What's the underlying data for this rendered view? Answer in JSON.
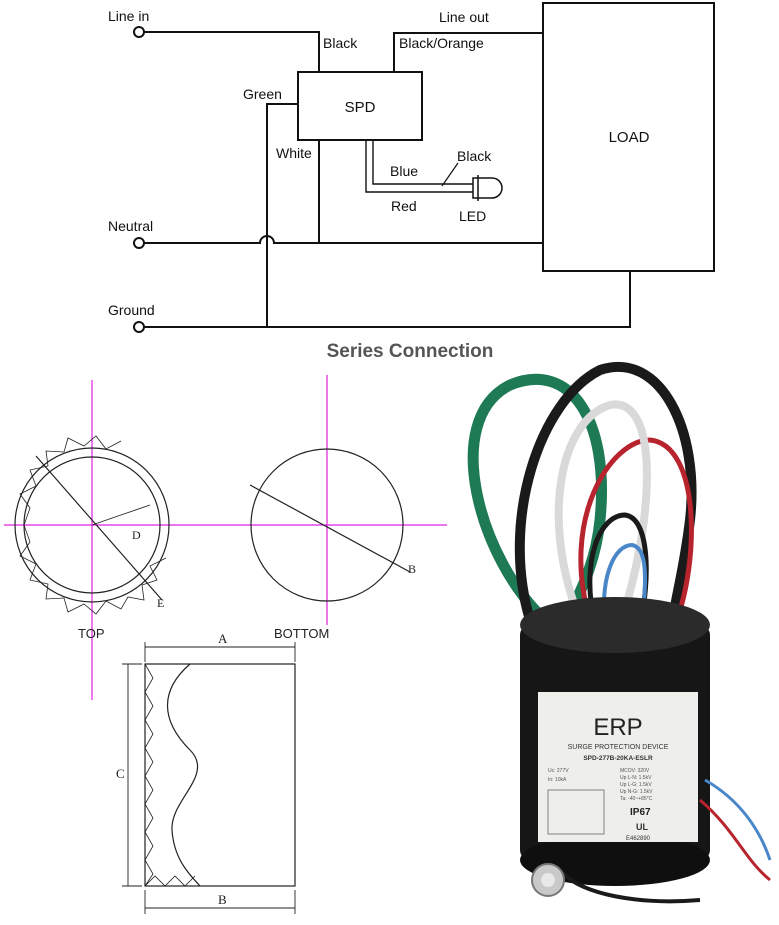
{
  "wiring": {
    "line_in": "Line in",
    "line_out": "Line out",
    "black": "Black",
    "black_orange": "Black/Orange",
    "green": "Green",
    "spd": "SPD",
    "load": "LOAD",
    "white": "White",
    "blue": "Blue",
    "black_led": "Black",
    "red": "Red",
    "led": "LED",
    "neutral": "Neutral",
    "ground": "Ground",
    "caption": "Series Connection"
  },
  "drawing": {
    "top": "TOP",
    "bottom": "BOTTOM",
    "dim_a": "A",
    "dim_b": "B",
    "dim_c": "C",
    "dim_d": "D",
    "dim_e": "E"
  },
  "product": {
    "brand": "ERP",
    "subtitle": "SURGE PROTECTION DEVICE",
    "model": "SPD-277B-20KA-ESLR",
    "rating": "IP67",
    "cert": "E462890",
    "cert_mark": "UL",
    "spec_lines": [
      "Uc: 277V",
      "In: 10kA",
      "MCOV: 320V",
      "Up L-N: 1.5kV",
      "Up L-G: 1.5kV",
      "Up N-G: 1.5kV",
      "Ta: -40~+85°C"
    ]
  },
  "colors": {
    "line": "#111111",
    "crosshair": "#e020e0",
    "wire_green": "#1e7a55",
    "wire_black": "#1a1a1a",
    "wire_red": "#b8242e",
    "wire_white": "#d9d9d9",
    "wire_blue": "#4a87c8",
    "caption": "#555555"
  }
}
